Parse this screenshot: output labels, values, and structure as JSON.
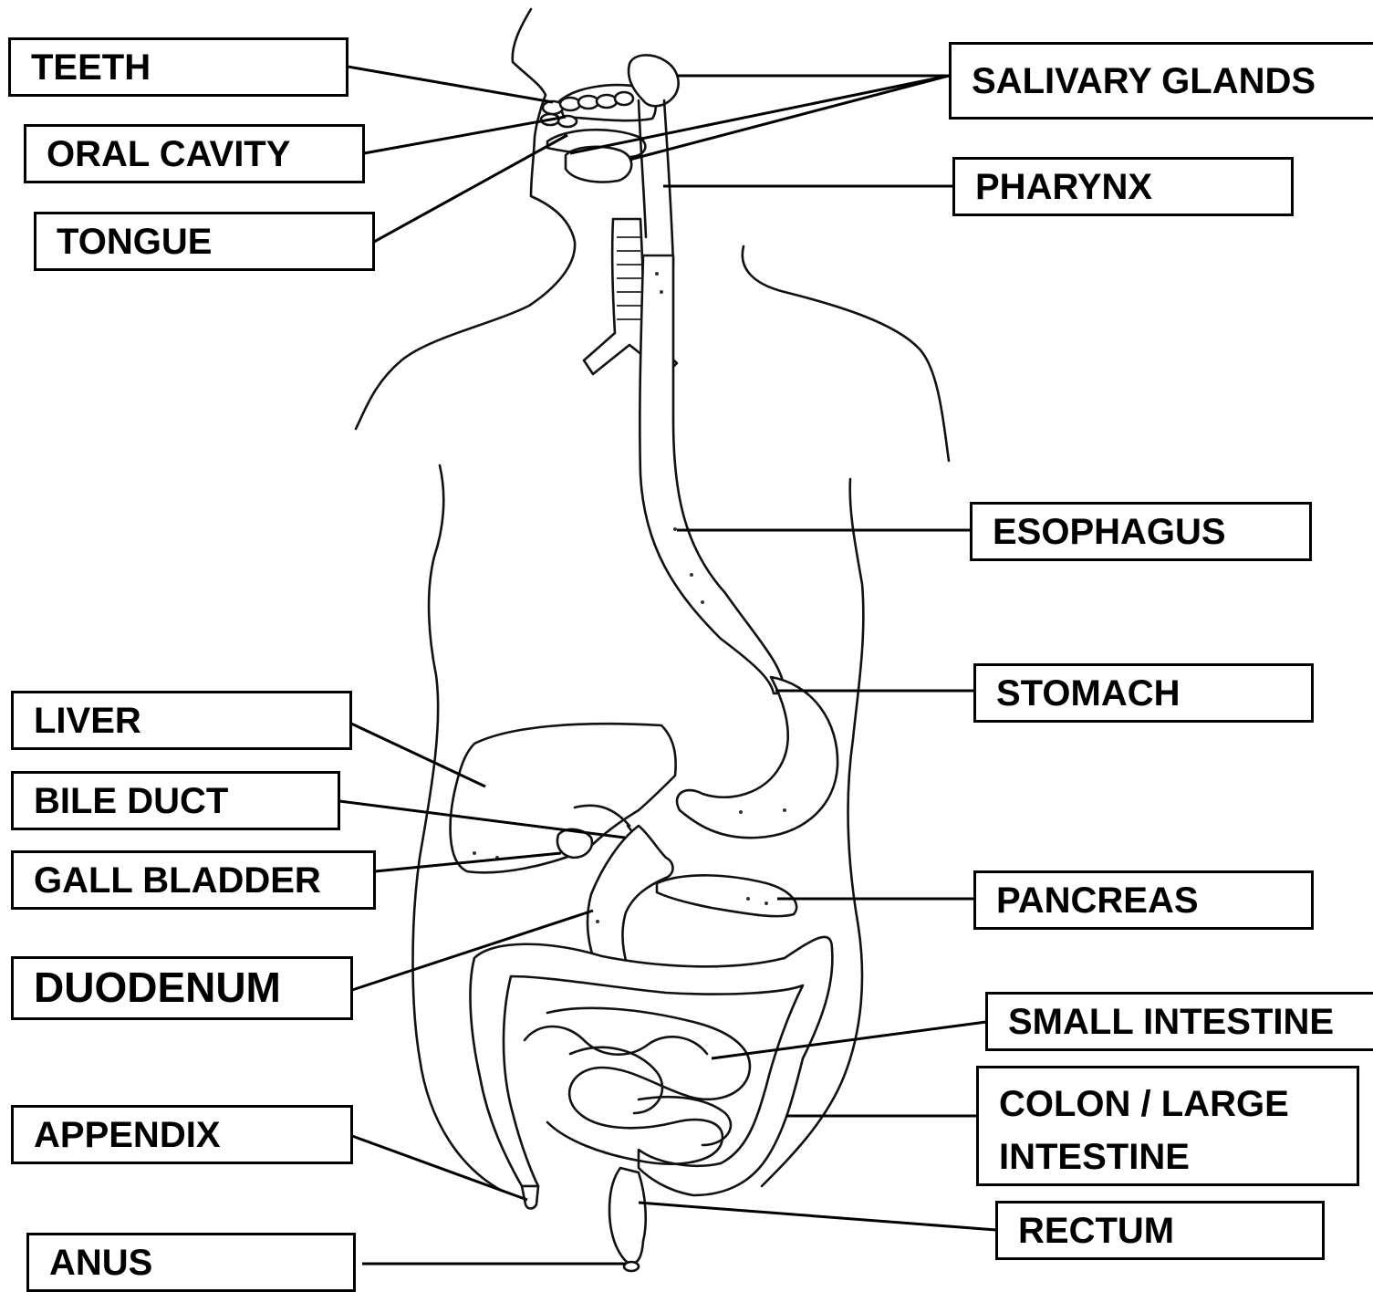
{
  "labels": {
    "teeth": "TEETH",
    "oral_cavity": "ORAL CAVITY",
    "tongue": "TONGUE",
    "salivary_glands": "SALIVARY GLANDS",
    "pharynx": "PHARYNX",
    "esophagus": "ESOPHAGUS",
    "stomach": "STOMACH",
    "liver": "LIVER",
    "bile_duct": "BILE DUCT",
    "gall_bladder": "GALL BLADDER",
    "pancreas": "PANCREAS",
    "duodenum": "DUODENUM",
    "small_intestine": "SMALL INTESTINE",
    "colon_line1": "COLON / LARGE",
    "colon_line2": "INTESTINE",
    "appendix": "APPENDIX",
    "rectum": "RECTUM",
    "anus": "ANUS"
  },
  "colors": {
    "line": "#000000",
    "background": "#ffffff"
  }
}
